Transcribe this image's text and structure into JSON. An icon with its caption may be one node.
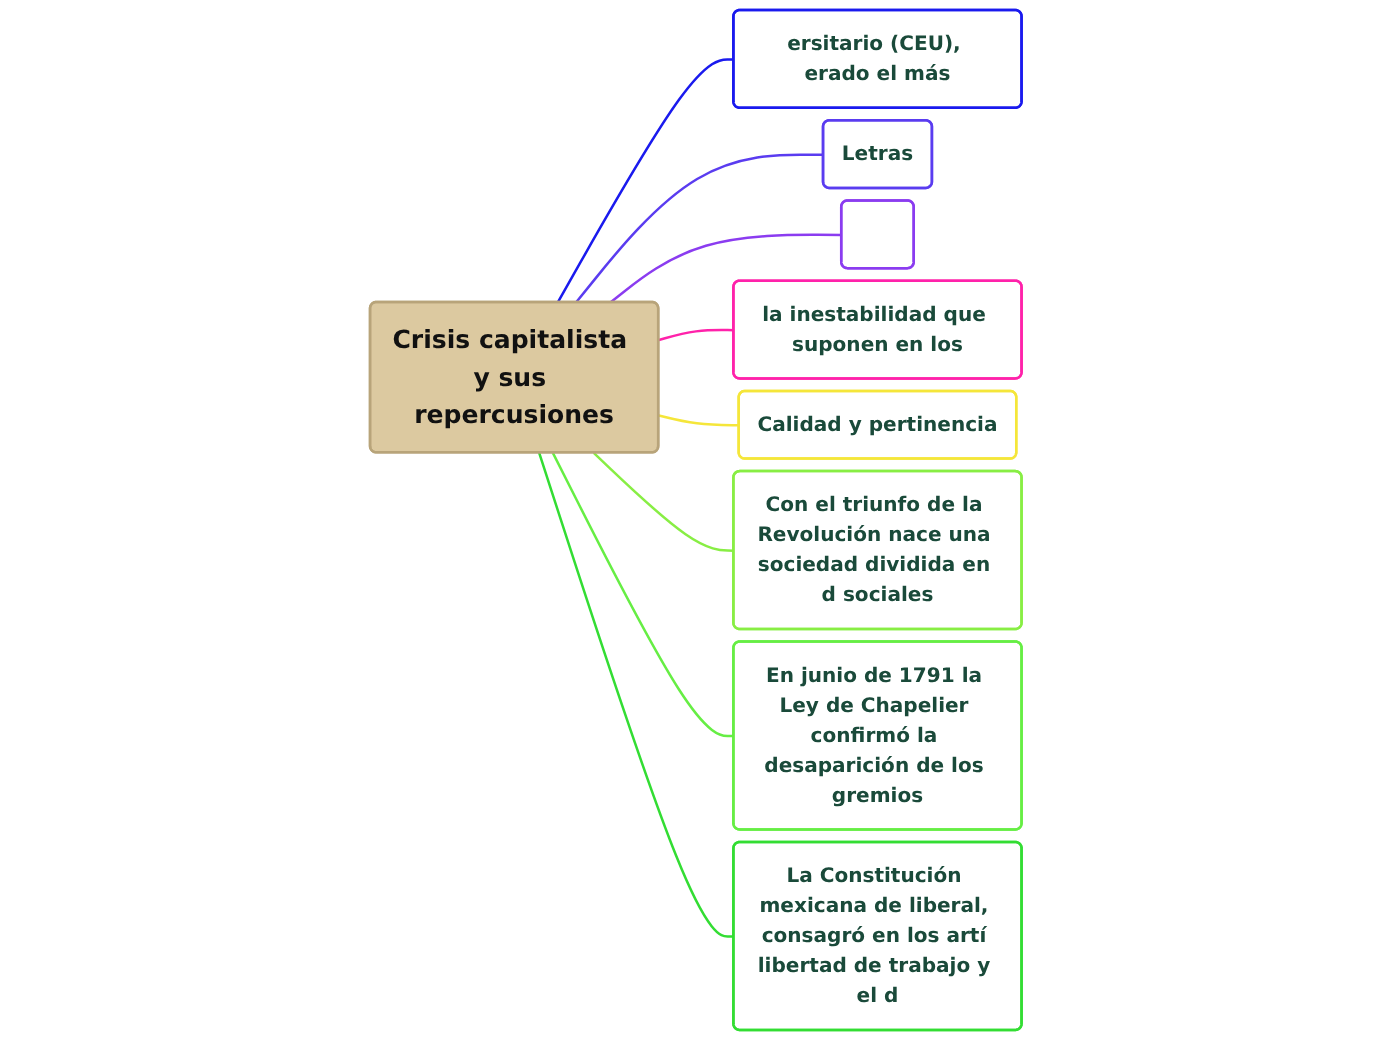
{
  "diagram": {
    "nodes": [
      {
        "text": [
          "Crisis capitalista y sus repercusiones"
        ]
      },
      {
        "text": [
          "ersitario (CEU), erado el más"
        ]
      },
      {
        "text": [
          "Letras"
        ]
      },
      {
        "text": [],
        "shape": "box"
      },
      {
        "text": [
          "la inestabilidad que suponen en los"
        ]
      },
      {
        "text": [
          "Calidad y pertinencia"
        ]
      },
      {
        "text": [
          "Con el triunfo de la Revolución nace una sociedad dividida en d sociales"
        ]
      },
      {
        "text": [
          "En junio de 1791 la Ley de Chapelier confirmó la desaparición de los gremios"
        ]
      },
      {
        "text": [
          "La Constitución mexicana de liberal, consagró en los artí libertad de trabajo y el d"
        ]
      }
    ],
    "edges": [
      {
        "from": 0,
        "to": 1,
        "arrow": "none",
        "color": "#1a1aee"
      },
      {
        "from": 0,
        "to": 2,
        "arrow": "none",
        "color": "#5a3cf0"
      },
      {
        "from": 0,
        "to": 3,
        "arrow": "none",
        "color": "#8b3cf0"
      },
      {
        "from": 0,
        "to": 4,
        "arrow": "none",
        "color": "#ff22aa"
      },
      {
        "from": 0,
        "to": 5,
        "arrow": "none",
        "color": "#f5e63a"
      },
      {
        "from": 0,
        "to": 6,
        "arrow": "none",
        "color": "#88ee44"
      },
      {
        "from": 0,
        "to": 7,
        "arrow": "none",
        "color": "#66ee44"
      },
      {
        "from": 0,
        "to": 8,
        "arrow": "none",
        "color": "#33dd33"
      }
    ]
  }
}
